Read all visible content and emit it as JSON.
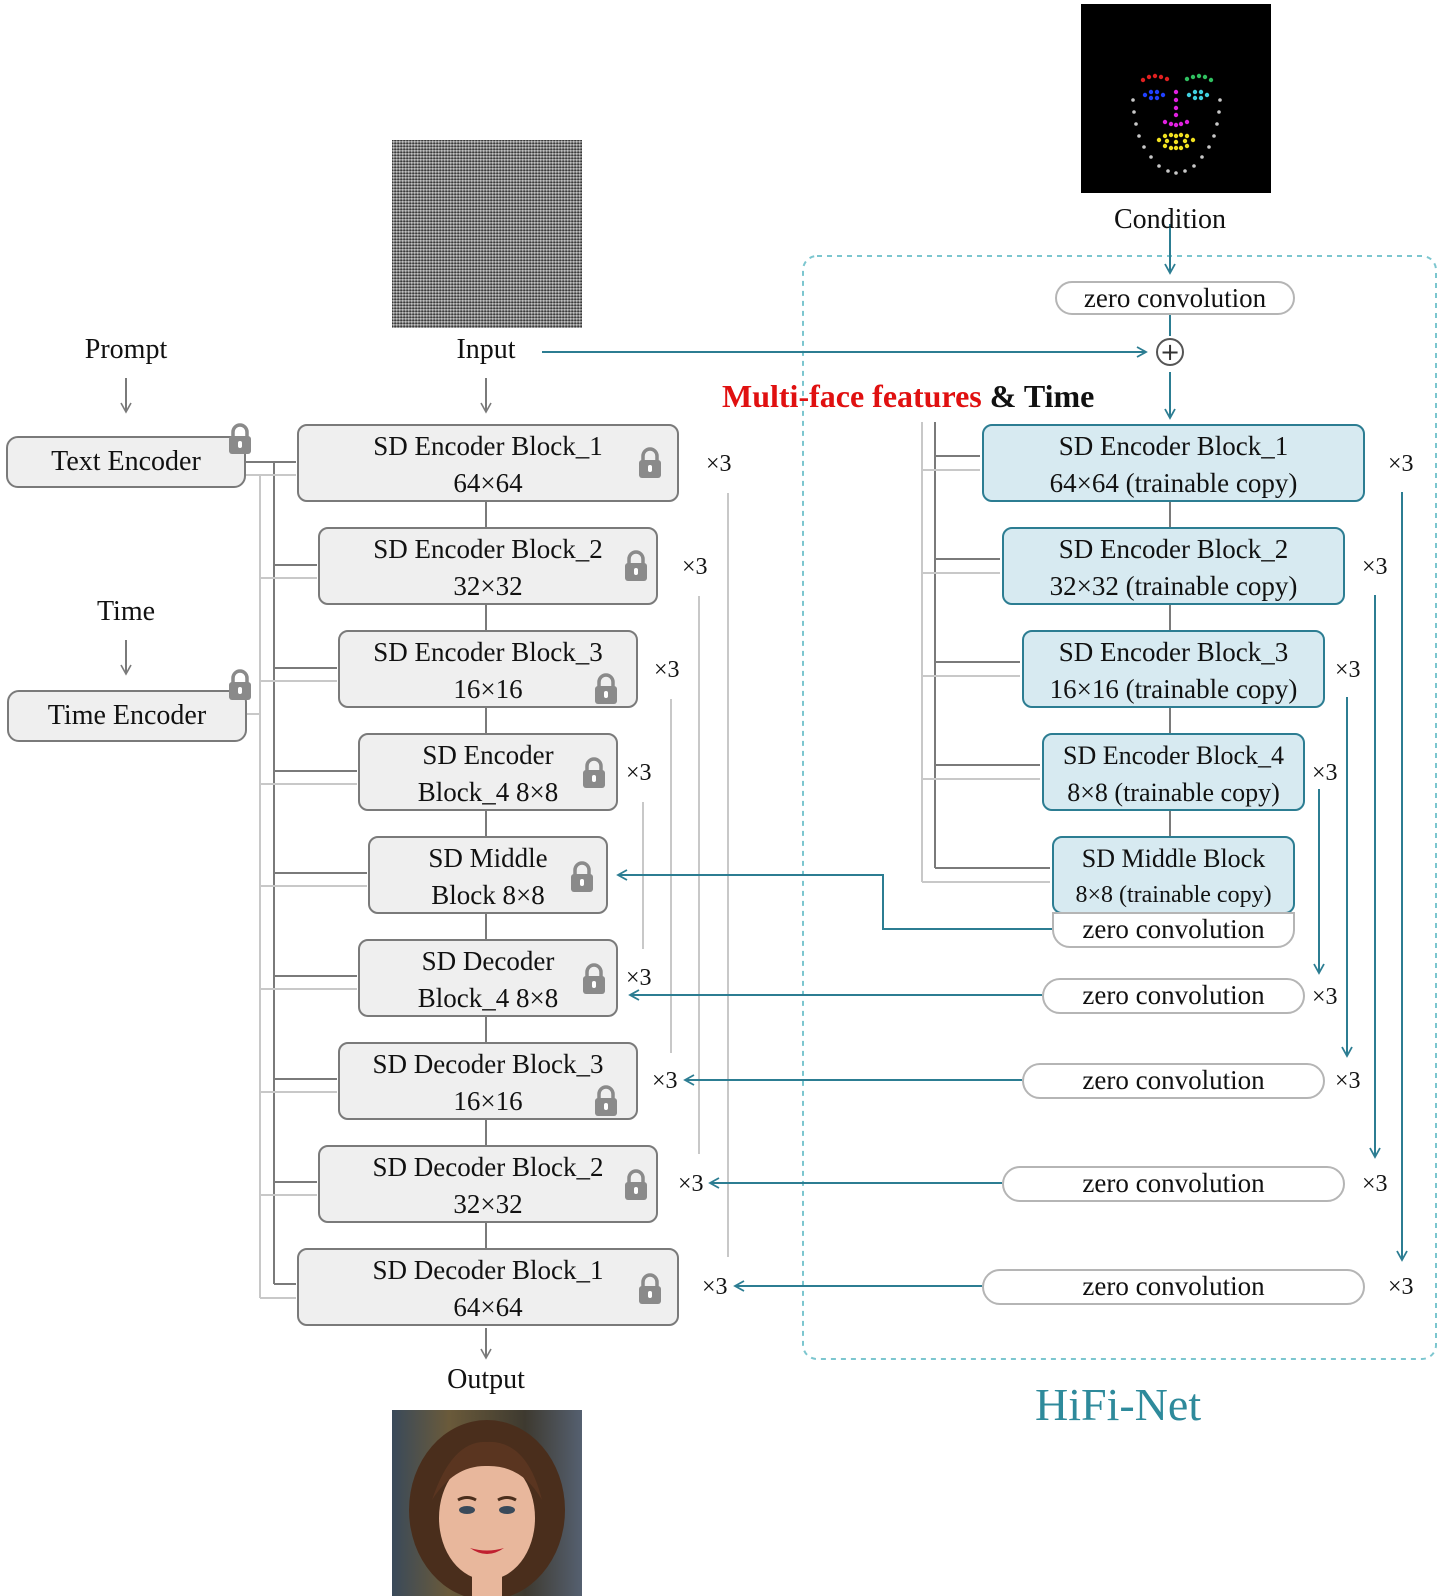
{
  "inputs": {
    "prompt": "Prompt",
    "time": "Time",
    "input": "Input",
    "output": "Output",
    "condition": "Condition"
  },
  "encoders": {
    "text": "Text Encoder",
    "time": "Time Encoder"
  },
  "sd_blocks": [
    {
      "l1": "SD Encoder Block_1",
      "l2": "64×64",
      "mult": "×3"
    },
    {
      "l1": "SD Encoder Block_2",
      "l2": "32×32",
      "mult": "×3"
    },
    {
      "l1": "SD Encoder Block_3",
      "l2": "16×16",
      "mult": "×3"
    },
    {
      "l1": "SD Encoder",
      "l2": "Block_4 8×8",
      "mult": "×3"
    },
    {
      "l1": "SD Middle",
      "l2": "Block 8×8",
      "mult": ""
    },
    {
      "l1": "SD Decoder",
      "l2": "Block_4 8×8",
      "mult": "×3"
    },
    {
      "l1": "SD Decoder Block_3",
      "l2": "16×16",
      "mult": "×3"
    },
    {
      "l1": "SD Decoder Block_2",
      "l2": "32×32",
      "mult": "×3"
    },
    {
      "l1": "SD Decoder Block_1",
      "l2": "64×64",
      "mult": "×3"
    }
  ],
  "hifi_blocks": [
    {
      "l1": "SD Encoder Block_1",
      "l2": "64×64 (trainable copy)",
      "mult": "×3"
    },
    {
      "l1": "SD Encoder Block_2",
      "l2": "32×32 (trainable copy)",
      "mult": "×3"
    },
    {
      "l1": "SD Encoder Block_3",
      "l2": "16×16 (trainable copy)",
      "mult": "×3"
    },
    {
      "l1": "SD Encoder Block_4",
      "l2": "8×8 (trainable copy)",
      "mult": "×3"
    },
    {
      "l1": "SD Middle Block",
      "l2": "8×8 (trainable copy)",
      "mult": ""
    }
  ],
  "zero_convs": [
    {
      "label": "zero convolution",
      "mult": ""
    },
    {
      "label": "zero convolution",
      "mult": ""
    },
    {
      "label": "zero convolution",
      "mult": "×3"
    },
    {
      "label": "zero convolution",
      "mult": "×3"
    },
    {
      "label": "zero convolution",
      "mult": "×3"
    },
    {
      "label": "zero convolution",
      "mult": "×3"
    }
  ],
  "features": {
    "part1": "Multi-face features",
    "part2": " & Time",
    "part1_color": "#e01010",
    "part2_color": "#111111"
  },
  "hifi_title": "HiFi-Net",
  "plus_symbol": "+",
  "colors": {
    "teal": "#2c7d92",
    "gray_wire": "#7a7a7a",
    "light_wire": "#c8c8c8",
    "lock": "#8a8a8a"
  }
}
